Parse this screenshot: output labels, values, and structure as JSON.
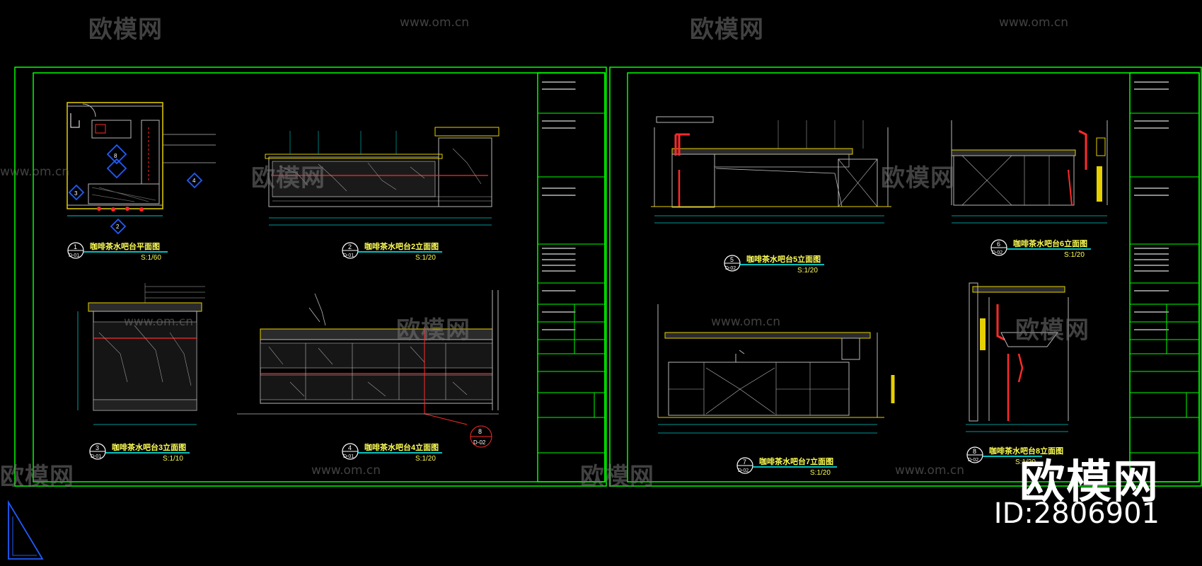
{
  "colors": {
    "bg": "#000000",
    "frame": "#00ff00",
    "detail": "#b8b8b8",
    "dim": "#00c8c8",
    "accent": "#ff2a2a",
    "title": "#ffff55",
    "cyan": "#00ffff",
    "blue": "#1e5cff",
    "marble": "#d8d8d8",
    "yellow": "#e6d000"
  },
  "watermark": {
    "brand": "欧模网",
    "url": "www.om.cn",
    "corner_brand": "欧模网",
    "corner_id": "ID:2806901"
  },
  "sheet1": {
    "views": [
      {
        "num": "1",
        "sheet": "D-01",
        "title": "咖啡茶水吧台平面图",
        "scale": "S:1/60"
      },
      {
        "num": "2",
        "sheet": "D-01",
        "title": "咖啡茶水吧台2立面图",
        "scale": "S:1/20"
      },
      {
        "num": "3",
        "sheet": "D-01",
        "title": "咖啡茶水吧台3立面图",
        "scale": "S:1/10"
      },
      {
        "num": "4",
        "sheet": "D-01",
        "title": "咖啡茶水吧台4立面图",
        "scale": "S:1/20"
      }
    ],
    "callout": {
      "num": "8",
      "sheet": "D-02"
    },
    "plan_marks": {
      "north": "2",
      "east": "4",
      "west": "3",
      "center": "8"
    }
  },
  "sheet2": {
    "views": [
      {
        "num": "5",
        "sheet": "D-02",
        "title": "咖啡茶水吧台5立面图",
        "scale": "S:1/20"
      },
      {
        "num": "6",
        "sheet": "D-02",
        "title": "咖啡茶水吧台6立面图",
        "scale": "S:1/20"
      },
      {
        "num": "7",
        "sheet": "D-02",
        "title": "咖啡茶水吧台7立面图",
        "scale": "S:1/20"
      },
      {
        "num": "8",
        "sheet": "D-02",
        "title": "咖啡茶水吧台8立面图",
        "scale": "S:1/20"
      }
    ]
  }
}
